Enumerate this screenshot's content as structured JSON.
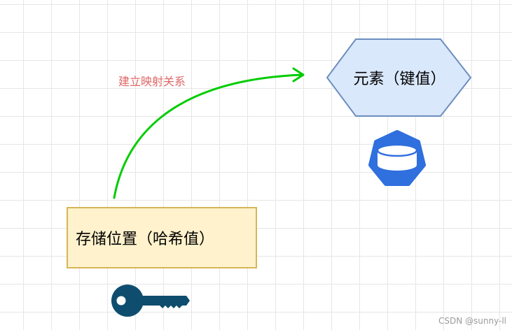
{
  "diagram": {
    "edge_label": "建立映射关系",
    "hexagon_node": {
      "label": "元素（键值）",
      "fill": "#dae8fc",
      "stroke": "#6c8ebf"
    },
    "rect_node": {
      "label": "存储位置（哈希值）",
      "fill": "#fff2cc",
      "stroke": "#d6b656"
    },
    "arrow_color": "#00cc00",
    "edge_label_color": "#e06666",
    "icons": {
      "hexagon_icon": "database-icon",
      "rect_icon": "key-icon",
      "database_color": "#2f6fde",
      "key_color": "#0e4d6e"
    }
  },
  "watermark": "CSDN @sunny-ll"
}
